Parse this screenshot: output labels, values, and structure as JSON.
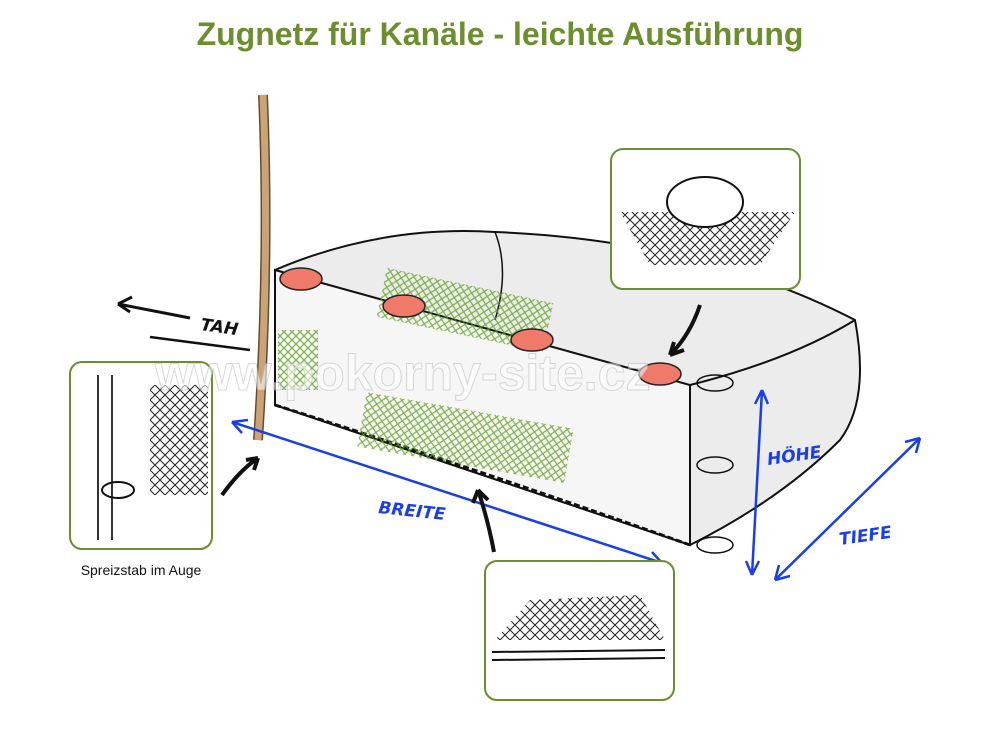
{
  "title": "Zugnetz für Kanäle - leichte Ausführung",
  "labels": {
    "pull": "TAH",
    "width": "BREITE",
    "height": "HÖHE",
    "depth": "TIEFE"
  },
  "caption": "Spreizstab im Auge",
  "watermark": "www.pokorny-site.cz",
  "colors": {
    "title": "#6b8e2e",
    "dimension": "#1a3ee8",
    "float": "#f07a6a",
    "frame": "#6b8e2e",
    "grass": "#5fa01e"
  }
}
